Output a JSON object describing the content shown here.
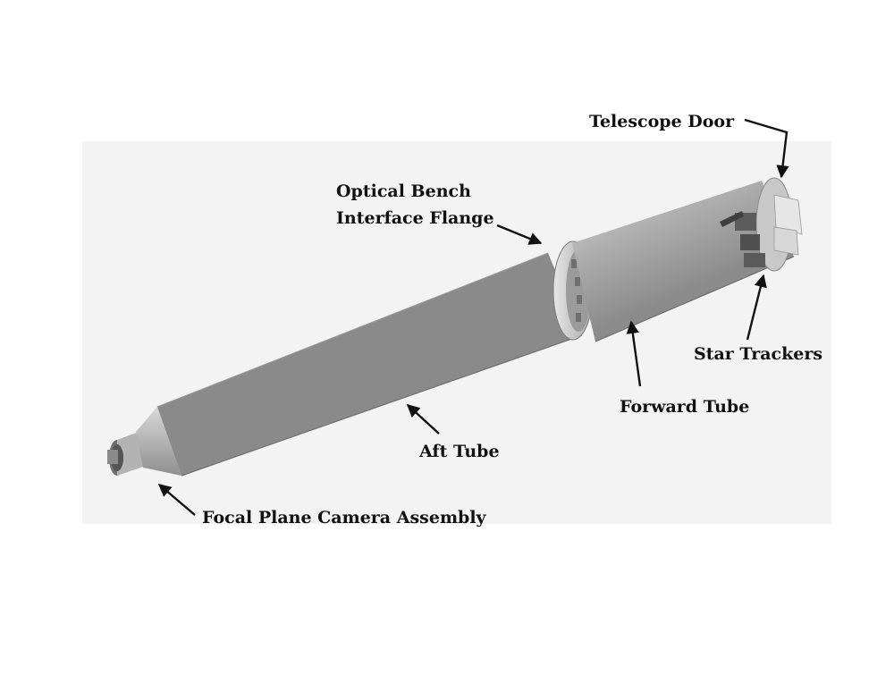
{
  "labels": {
    "telescope_door": "Telescope Door",
    "optical_bench_line1": "Optical Bench",
    "optical_bench_line2": "Interface Flange",
    "star_trackers": "Star Trackers",
    "forward_tube": "Forward Tube",
    "aft_tube": "Aft Tube",
    "focal_plane": "Focal Plane Camera Assembly"
  },
  "colors": {
    "background": "#ffffff",
    "backdrop": "#f3f3f3",
    "tube_light": "#c4c4c4",
    "tube_mid": "#9e9e9e",
    "tube_dark": "#7a7a7a",
    "text": "#111111"
  }
}
